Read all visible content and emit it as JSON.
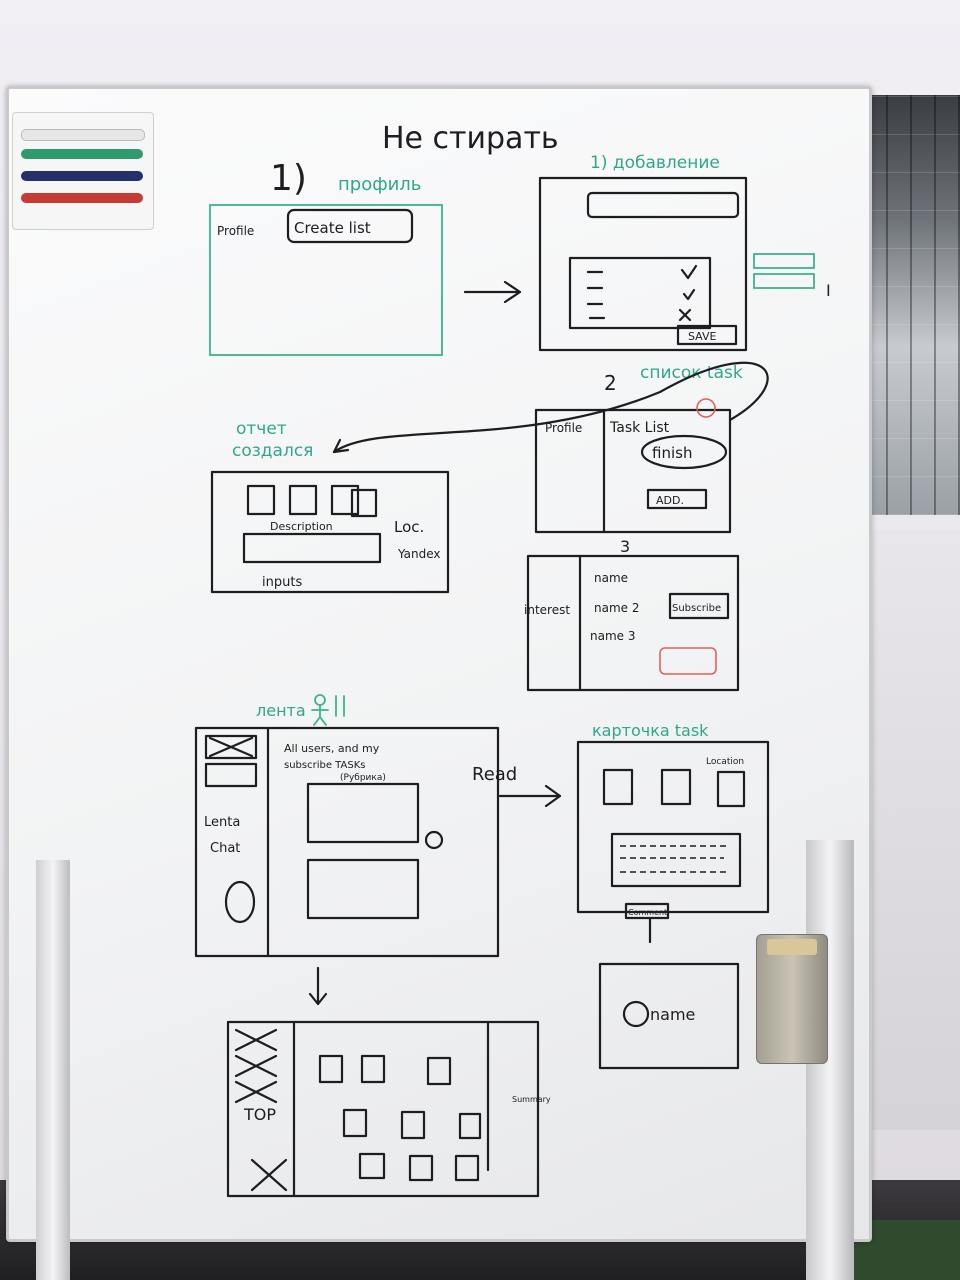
{
  "colors": {
    "black_ink": "#1d1d22",
    "green_ink": "#2fa88a",
    "red_ink": "#d8584f",
    "board": "#f7f7f8"
  },
  "header": {
    "title": "Не стирать"
  },
  "profile": {
    "number": "1)",
    "heading": "профиль",
    "tab": "Profile",
    "button": "Create list"
  },
  "add": {
    "heading": "1) добавление",
    "save": "SAVE",
    "side_mark": "I"
  },
  "task_list": {
    "number": "2",
    "heading": "список task",
    "tab": "Profile",
    "title": "Task List",
    "finish": "finish",
    "add": "ADD."
  },
  "report": {
    "heading_1": "отчет",
    "heading_2": "создался",
    "description": "Description",
    "loc": "Loc.",
    "yandex": "Yandex",
    "inputs": "inputs"
  },
  "subscribe": {
    "number": "3",
    "interest": "interest",
    "name_1": "name",
    "name_2": "name 2",
    "name_3": "name 3",
    "subscribe": "Subscribe"
  },
  "feed": {
    "heading": "лента",
    "all_text": "All users, and my",
    "all_text_2": "subscribe TASKs",
    "all_text_3": "(Рубрика)",
    "lenta": "Lenta",
    "chat": "Chat",
    "read": "Read"
  },
  "task_card": {
    "heading": "карточка task",
    "location": "Location",
    "comment": "Comment",
    "name": "name"
  },
  "top": {
    "label": "TOP",
    "summary": "Summary"
  }
}
